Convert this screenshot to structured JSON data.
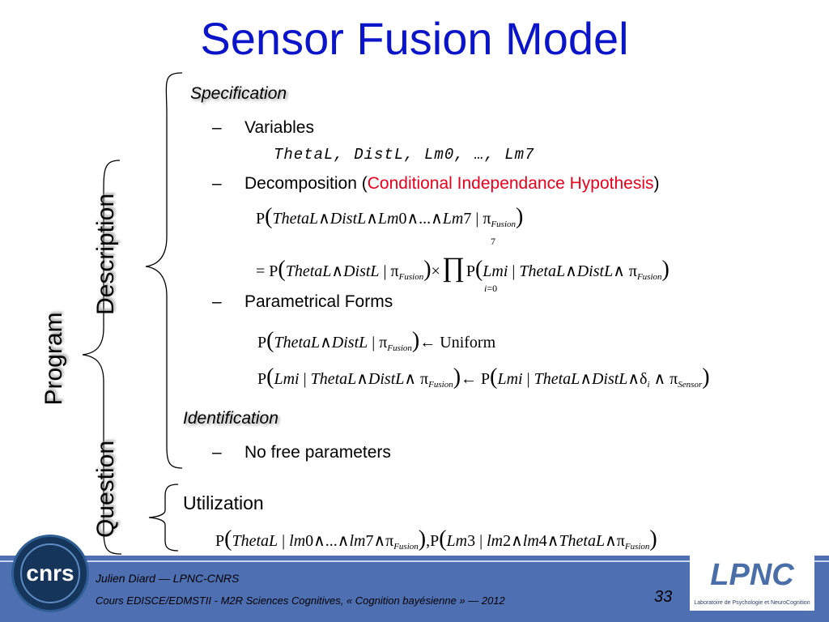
{
  "title": "Sensor Fusion Model",
  "side_labels": {
    "program": "Program",
    "description": "Description",
    "question": "Question"
  },
  "specification": {
    "heading": "Specification",
    "variables_label": "Variables",
    "variables_value": "ThetaL, DistL, Lm0, …, Lm7",
    "decomposition_label": "Decomposition (",
    "decomposition_highlight": "Conditional Independance Hypothesis",
    "decomposition_close": ")",
    "parametric_label": "Parametrical Forms"
  },
  "identification": {
    "heading": "Identification",
    "item": "No free parameters"
  },
  "utilization": {
    "heading": "Utilization"
  },
  "footer": {
    "author": "Julien Diard — LPNC-CNRS",
    "course": "Cours EDISCE/EDMSTII - M2R Sciences Cognitives, « Cognition bayésienne » — 2012",
    "page": "33",
    "logo_left": "cnrs",
    "logo_right_main": "LPNC",
    "logo_right_caption": "Laboratoire de Psychologie et NeuroCognition"
  },
  "colors": {
    "title": "#0a14c8",
    "highlight": "#e8001c",
    "footer_bg": "#4f6fb3"
  }
}
